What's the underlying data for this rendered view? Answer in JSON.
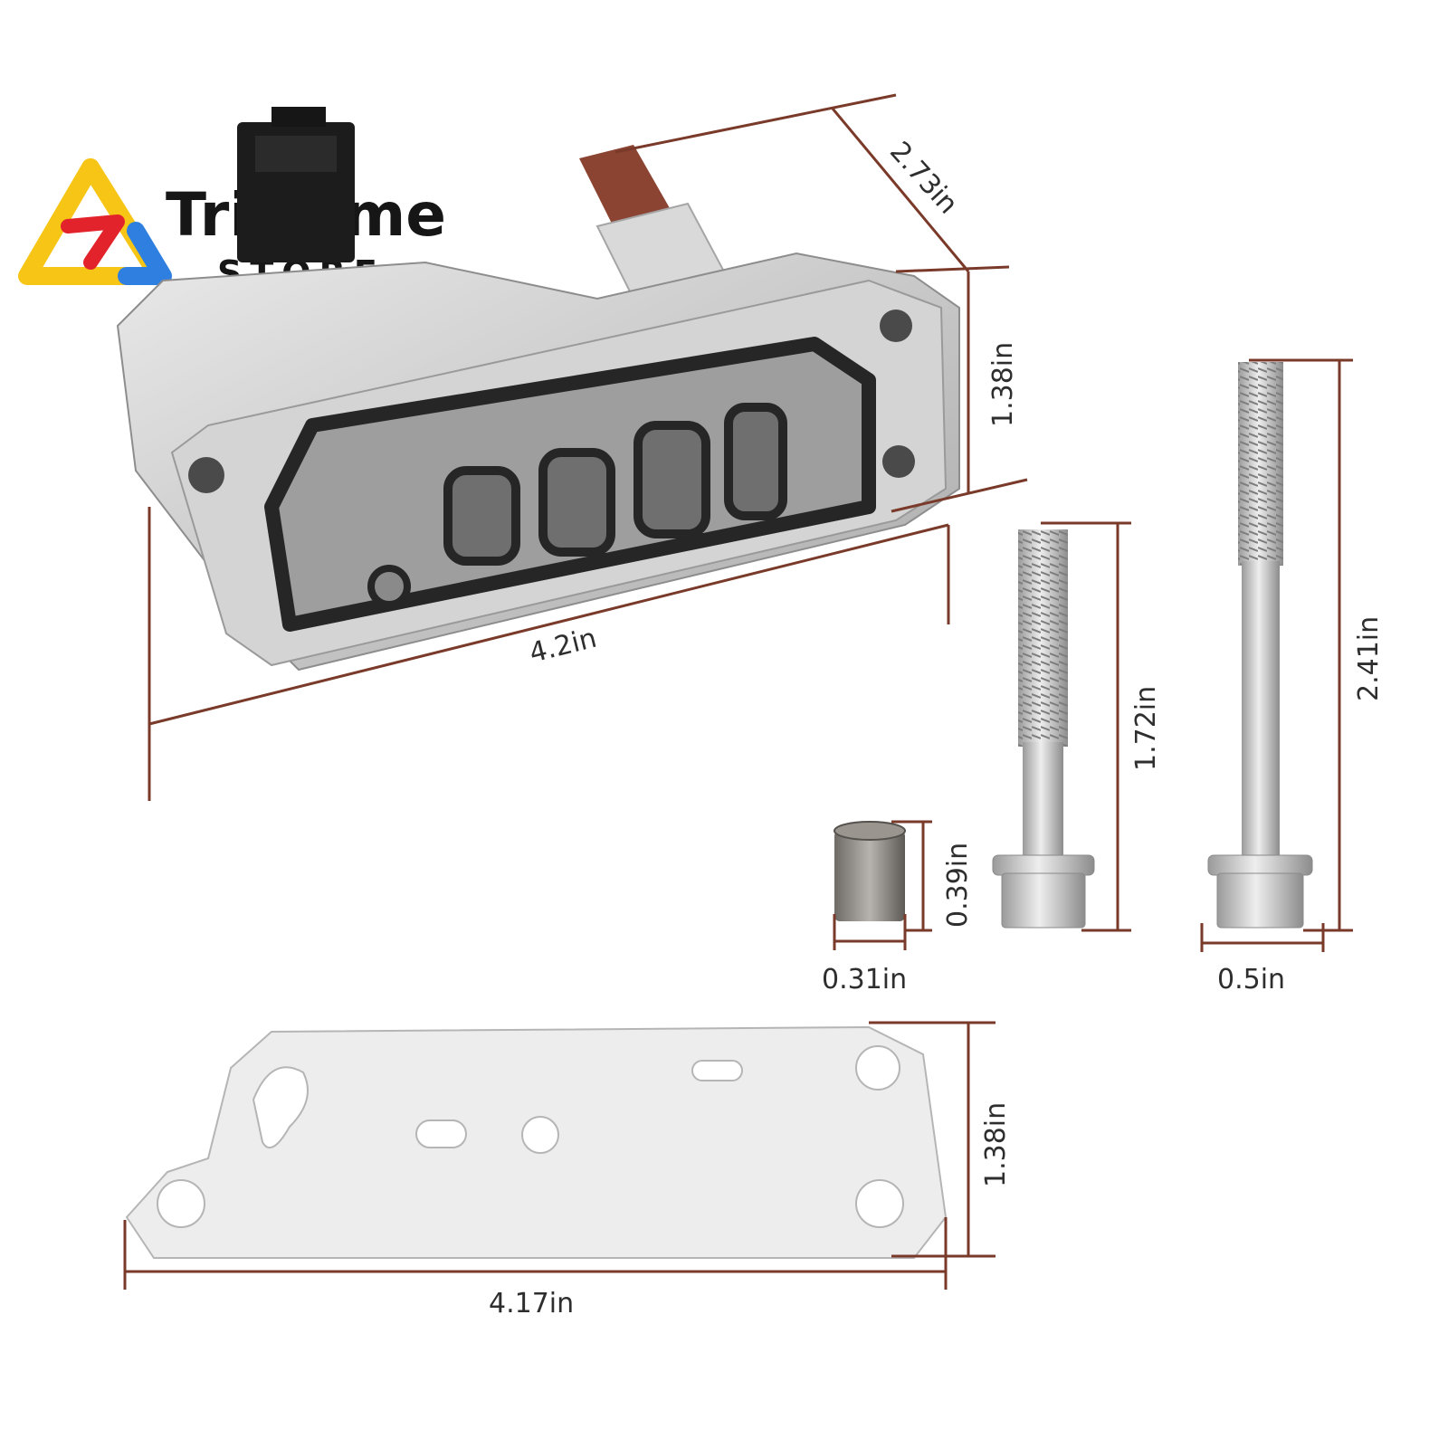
{
  "brand": {
    "name": "TriPrime",
    "subtitle": "STORE",
    "colors": {
      "yellow": "#f7c516",
      "red": "#e2232c",
      "blue": "#2f7fe0"
    }
  },
  "dimension_line_color": "#7a3a2a",
  "dimensions": {
    "solenoid_depth": "2.73in",
    "solenoid_height": "1.38in",
    "solenoid_length": "4.2in",
    "long_bolt_length": "2.41in",
    "short_bolt_length": "1.72in",
    "spacer_height": "0.39in",
    "spacer_diameter": "0.31in",
    "bolt_head_width": "0.5in",
    "gasket_height": "1.38in",
    "gasket_length": "4.17in"
  }
}
